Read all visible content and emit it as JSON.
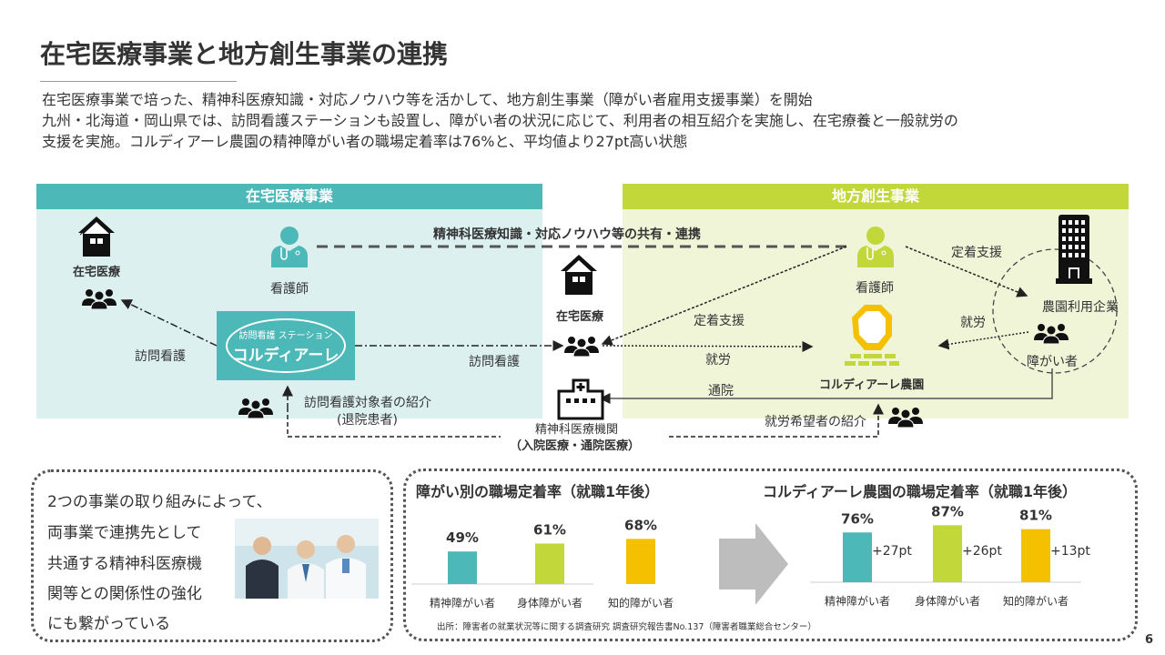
{
  "title": "在宅医療事業と地方創生事業の連携",
  "description": [
    "在宅医療事業で培った、精神科医療知識・対応ノウハウ等を活かして、地方創生事業（障がい者雇用支援事業）を開始",
    "九州・北海道・岡山県では、訪問看護ステーションも設置し、障がい者の状況に応じて、利用者の相互紹介を実施し、在宅療養と一般就労の",
    "支援を実施。コルディアーレ農園の精神障がい者の職場定着率は76%と、平均値より27pt高い状態"
  ],
  "left_panel": {
    "header": "在宅医療事業",
    "home_care": "在宅医療",
    "nurse": "看護師",
    "station_sub": "訪問看護 ステーション",
    "station_name": "コルディアーレ",
    "visit1": "訪問看護",
    "visit2": "訪問看護",
    "referral": "訪問看護対象者の紹介",
    "referral_sub": "(退院患者)"
  },
  "center": {
    "share_label": "精神科医療知識・対応ノウハウ等の共有・連携",
    "home_care": "在宅医療",
    "hospital": "精神科医療機関",
    "hospital_sub": "（入院医療・通院医療）"
  },
  "right_panel": {
    "header": "地方創生事業",
    "nurse": "看護師",
    "support1": "定着支援",
    "work1": "就労",
    "clinic": "通院",
    "farm": "コルディアーレ農園",
    "support2": "定着支援",
    "company": "農園利用企業",
    "work2": "就労",
    "disabled": "障がい者",
    "job_referral": "就労希望者の紹介"
  },
  "summary": [
    "2つの事業の取り組みによって、",
    "両事業で連携先として",
    "共通する精神科医療機",
    "関等との関係性の強化",
    "にも繋がっている"
  ],
  "colors": {
    "teal": "#4db8b8",
    "green": "#c2d83a",
    "yellow": "#f5c000"
  },
  "chart_data": [
    {
      "type": "bar",
      "title": "障がい別の職場定着率（就職1年後）",
      "categories": [
        "精神障がい者",
        "身体障がい者",
        "知的障がい者"
      ],
      "values": [
        49,
        61,
        68
      ],
      "labels": [
        "49%",
        "61%",
        "68%"
      ],
      "ylim": [
        0,
        100
      ]
    },
    {
      "type": "bar",
      "title": "コルディアーレ農園の職場定着率（就職1年後）",
      "categories": [
        "精神障がい者",
        "身体障がい者",
        "知的障がい者"
      ],
      "values": [
        76,
        87,
        81
      ],
      "labels": [
        "76%",
        "87%",
        "81%"
      ],
      "diffs": [
        "+27pt",
        "+26pt",
        "+13pt"
      ],
      "ylim": [
        0,
        100
      ]
    }
  ],
  "source": "出所：障害者の就業状況等に関する調査研究 調査研究報告書No.137（障害者職業総合センター）",
  "page_number": "6"
}
